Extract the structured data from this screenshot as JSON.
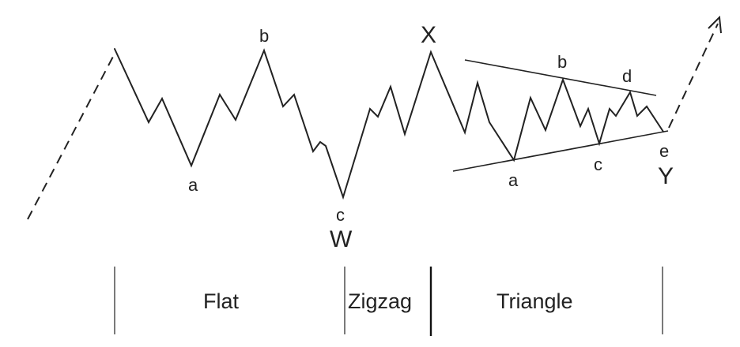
{
  "diagram": {
    "wave_labels": {
      "flat_a": "a",
      "flat_b": "b",
      "flat_c": "c",
      "w": "W",
      "x": "X",
      "tri_a": "a",
      "tri_b": "b",
      "tri_c": "c",
      "tri_d": "d",
      "tri_e": "e",
      "y": "Y"
    },
    "sections": {
      "flat": "Flat",
      "zigzag": "Zigzag",
      "triangle": "Triangle"
    }
  }
}
